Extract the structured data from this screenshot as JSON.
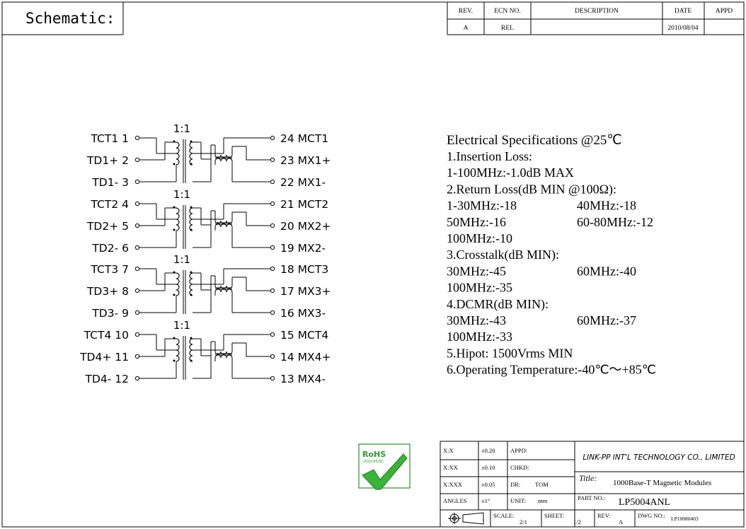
{
  "header": {
    "schematic_label": "Schematic:"
  },
  "revision_table": {
    "headers": [
      "REV.",
      "ECN NO.",
      "DESCRIPTION",
      "DATE",
      "APPD"
    ],
    "row": [
      "A",
      "REL",
      "",
      "2010/08/04",
      ""
    ]
  },
  "ratio_label": "1:1",
  "pins": [
    {
      "left": "TCT1  1",
      "right": "24 MCT1"
    },
    {
      "left": "TD1+  2",
      "right": "23 MX1+"
    },
    {
      "left": "TD1-  3",
      "right": "22 MX1-"
    },
    {
      "left": "TCT2  4",
      "right": "21 MCT2"
    },
    {
      "left": "TD2+  5",
      "right": "20 MX2+"
    },
    {
      "left": "TD2-  6",
      "right": "19 MX2-"
    },
    {
      "left": "TCT3  7",
      "right": "18 MCT3"
    },
    {
      "left": "TD3+  8",
      "right": "17 MX3+"
    },
    {
      "left": "TD3-  9",
      "right": "16 MX3-"
    },
    {
      "left": "TCT4 10",
      "right": "15 MCT4"
    },
    {
      "left": "TD4+ 11",
      "right": "14 MX4+"
    },
    {
      "left": "TD4- 12",
      "right": "13 MX4-"
    }
  ],
  "specs": {
    "title": "Electrical Specifications @25℃",
    "lines": [
      [
        "1.Insertion Loss:",
        ""
      ],
      [
        " 1-100MHz:-1.0dB MAX",
        ""
      ],
      [
        "2.Return Loss(dB MIN @100Ω):",
        ""
      ],
      [
        " 1-30MHz:-18",
        "40MHz:-18"
      ],
      [
        " 50MHz:-16",
        "60-80MHz:-12"
      ],
      [
        " 100MHz:-10",
        ""
      ],
      [
        "3.Crosstalk(dB MIN):",
        ""
      ],
      [
        " 30MHz:-45",
        "60MHz:-40"
      ],
      [
        " 100MHz:-35",
        ""
      ],
      [
        "4.DCMR(dB MIN):",
        ""
      ],
      [
        " 30MHz:-43",
        "60MHz:-37"
      ],
      [
        " 100MHz:-33",
        ""
      ],
      [
        "5.Hipot: 1500Vrms MIN",
        ""
      ],
      [
        "6.Operating Temperature:-40℃～+85℃",
        ""
      ]
    ]
  },
  "rohs": {
    "title": "RoHS",
    "subtitle": "2002/95/EC"
  },
  "title_block": {
    "tolerances": [
      {
        "label": "X:X",
        "value": "±0.20"
      },
      {
        "label": "X:XX",
        "value": "±0.10"
      },
      {
        "label": "X:XXX",
        "value": "±0.05"
      },
      {
        "label": "ANGLES",
        "value": "±1°"
      }
    ],
    "appd": "APPD:",
    "chkd": "CHKD:",
    "dr_label": "DR:",
    "dr_value": "TOM",
    "unit_label": "UNIT:",
    "unit_value": "mm",
    "company": "LINK-PP INT'L TECHNOLOGY CO., LIMITED",
    "title_label": "Title:",
    "title_value": "1000Base-T Magnetic Modules",
    "part_no_label": "PART NO.:",
    "part_no_value": "LP5004ANL",
    "scale_label": "SCALE:",
    "scale_value": "2/1",
    "sheet_label": "SHEET:",
    "sheet_value": "1/2",
    "rev_label": "REV:",
    "rev_value": "A",
    "dwg_label": "DWG NO.:",
    "dwg_value": "LP10080403"
  }
}
